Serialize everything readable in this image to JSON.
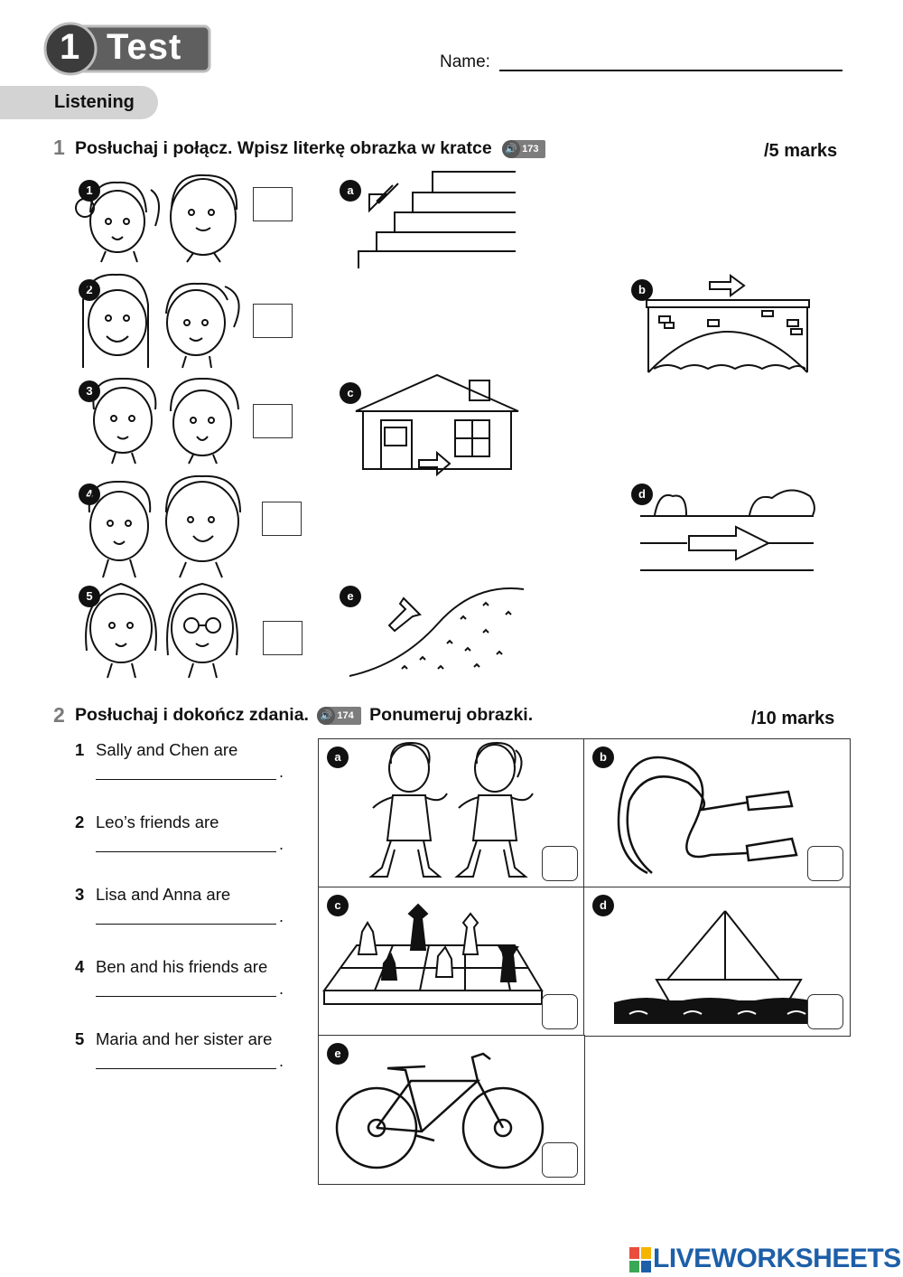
{
  "header": {
    "badge_number": "1",
    "badge_text": "Test",
    "name_label": "Name:",
    "section_tab": "Listening"
  },
  "exercise1": {
    "number": "1",
    "instruction": "Posłuchaj i połącz. Wpisz literkę obrazka w kratce",
    "audio_track": "173",
    "marks": "/5 marks",
    "people_labels": [
      "1",
      "2",
      "3",
      "4",
      "5"
    ],
    "picture_labels": [
      "a",
      "b",
      "c",
      "d",
      "e"
    ]
  },
  "exercise2": {
    "number": "2",
    "instruction_part1": "Posłuchaj i dokończ zdania.",
    "audio_track": "174",
    "instruction_part2": "Ponumeruj obrazki.",
    "marks": "/10 marks",
    "sentences": [
      {
        "num": "1",
        "text": "Sally and Chen are"
      },
      {
        "num": "2",
        "text": "Leo’s friends are"
      },
      {
        "num": "3",
        "text": "Lisa and Anna are"
      },
      {
        "num": "4",
        "text": "Ben and his friends are"
      },
      {
        "num": "5",
        "text": "Maria and her sister are"
      }
    ],
    "picture_labels": [
      "a",
      "b",
      "c",
      "d",
      "e"
    ]
  },
  "footer": {
    "logo_text": "LIVEWORKSHEETS",
    "logo_colors": [
      "#e94e3c",
      "#f6b400",
      "#3aa757",
      "#1d5fa8"
    ]
  }
}
